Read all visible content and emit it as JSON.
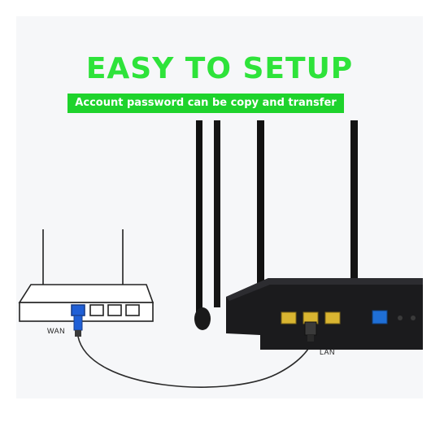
{
  "headline": "EASY TO SETUP",
  "subline": "Account password can be copy and transfer",
  "labels": {
    "wan": "WAN",
    "lan": "LAN"
  },
  "colors": {
    "headline": "#2ee33a",
    "banner": "#1ed32c",
    "wan_port": "#1f5fd6",
    "lan_port": "#d9b531"
  },
  "icons": {
    "diagram_router": "router-outline-icon",
    "product_router": "router-photo-icon"
  }
}
